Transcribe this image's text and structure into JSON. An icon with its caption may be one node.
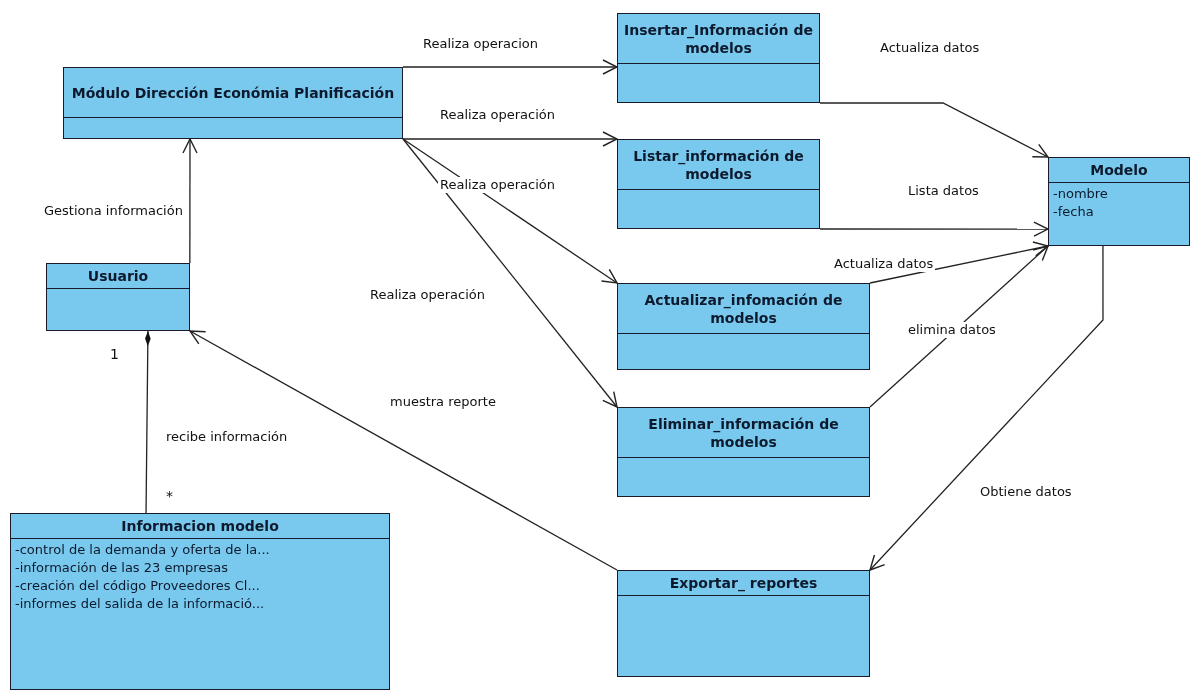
{
  "diagram": {
    "nodes": [
      {
        "text": [
          "Módulo Dirección Económia Planificación"
        ]
      },
      {
        "text": [
          "Insertar_Información de modelos"
        ]
      },
      {
        "text": [
          "Listar_información de modelos"
        ]
      },
      {
        "text": [
          "Actualizar_infomación de modelos"
        ]
      },
      {
        "text": [
          "Eliminar_información de modelos"
        ]
      },
      {
        "text": [
          "Modelo",
          "-nombre",
          "-fecha"
        ]
      },
      {
        "text": [
          "Usuario"
        ]
      },
      {
        "text": [
          "Informacion modelo",
          "-control de la demanda y oferta de la...",
          "-información  de las 23 empresas",
          "-creación del código Proveedores  Cl...",
          "-informes del salida de la informació..."
        ]
      },
      {
        "text": [
          "Exportar_ reportes"
        ]
      }
    ],
    "edges": [
      {
        "from": 0,
        "to": 1,
        "arrow": "to",
        "label": "Realiza operacion"
      },
      {
        "from": 0,
        "to": 2,
        "arrow": "to",
        "label": "Realiza operación"
      },
      {
        "from": 0,
        "to": 3,
        "arrow": "to",
        "label": "Realiza operación"
      },
      {
        "from": 0,
        "to": 4,
        "arrow": "to",
        "label": "Realiza operación"
      },
      {
        "from": 6,
        "to": 0,
        "arrow": "to",
        "label": "Gestiona información"
      },
      {
        "from": 1,
        "to": 5,
        "arrow": "to",
        "label": "Actualiza datos"
      },
      {
        "from": 2,
        "to": 5,
        "arrow": "to",
        "label": "Lista datos"
      },
      {
        "from": 3,
        "to": 5,
        "arrow": "to",
        "label": "Actualiza datos"
      },
      {
        "from": 4,
        "to": 5,
        "arrow": "to",
        "label": "elimina datos"
      },
      {
        "from": 5,
        "to": 8,
        "arrow": "to",
        "label": "Obtiene datos"
      },
      {
        "from": 8,
        "to": 6,
        "arrow": "to",
        "label": "muestra reporte"
      },
      {
        "from": 7,
        "to": 6,
        "arrow": "other",
        "label": "recibe información"
      }
    ],
    "labels": [
      "1",
      "*"
    ]
  }
}
